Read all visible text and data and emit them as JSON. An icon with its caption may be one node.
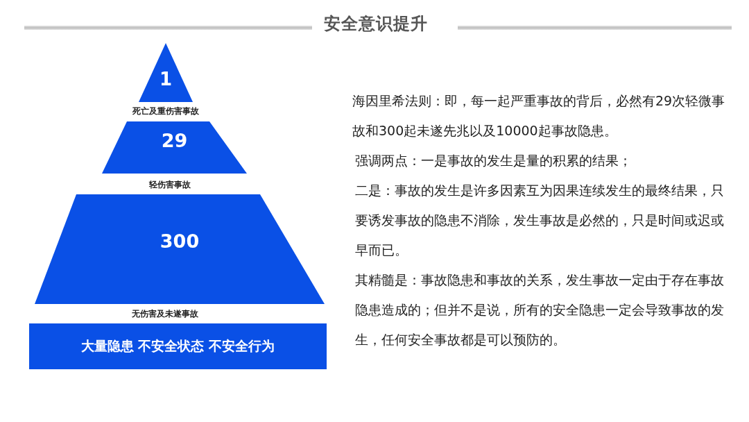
{
  "diagram": {
    "title": "安全意识提升",
    "nodes": [
      {
        "text": [
          "1"
        ],
        "beside": [
          "死亡及重伤害事故"
        ]
      },
      {
        "text": [
          "29"
        ],
        "beside": [
          "轻伤害事故"
        ]
      },
      {
        "text": [
          "300"
        ],
        "beside": [
          "无伤害及未遂事故"
        ]
      },
      {
        "text": [
          "大量隐患 不安全状态 不安全行为"
        ]
      }
    ],
    "labels": [
      "海因里希法则：即，每一起严重事故的背后，必然有29次轻微事故和300起未遂先兆以及10000起事故隐患。",
      "强调两点：一是事故的发生是量的积累的结果；",
      "二是：事故的发生是许多因素互为因果连续发生的最终结果，只要诱发事故的隐患不消除，发生事故是必然的，只是时间或迟或早而已。",
      "其精髓是：事故隐患和事故的关系，发生事故一定由于存在事故隐患造成的；但并不是说，所有的安全隐患一定会导致事故的发生，任何安全事故都是可以预防的。"
    ]
  }
}
